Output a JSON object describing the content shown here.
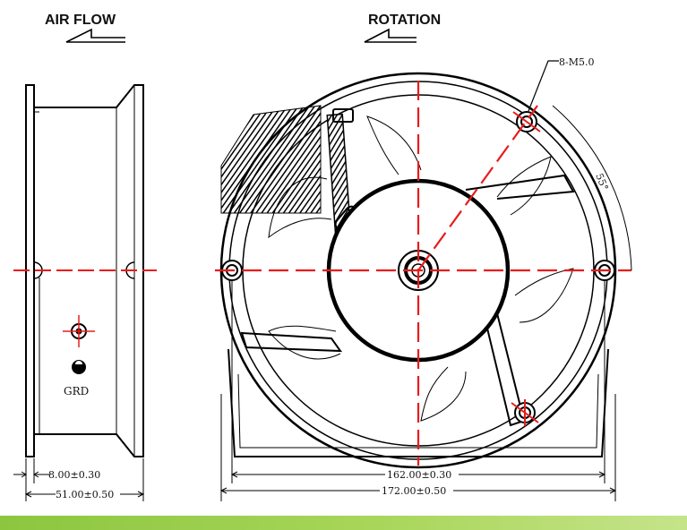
{
  "labels": {
    "air_flow": "AIR FLOW",
    "rotation": "ROTATION",
    "grd": "GRD",
    "mount_holes": "8-M5.0",
    "hole_angle": "55°"
  },
  "dimensions": {
    "flange_thickness": "8.00±0.30",
    "frame_depth": "51.00±0.50",
    "hole_spacing": "162.00±0.30",
    "outer_diameter": "172.00±0.50"
  },
  "colors": {
    "outline": "#000000",
    "centerline": "#e81c1c",
    "bottom_bar": "#8cc63f"
  }
}
